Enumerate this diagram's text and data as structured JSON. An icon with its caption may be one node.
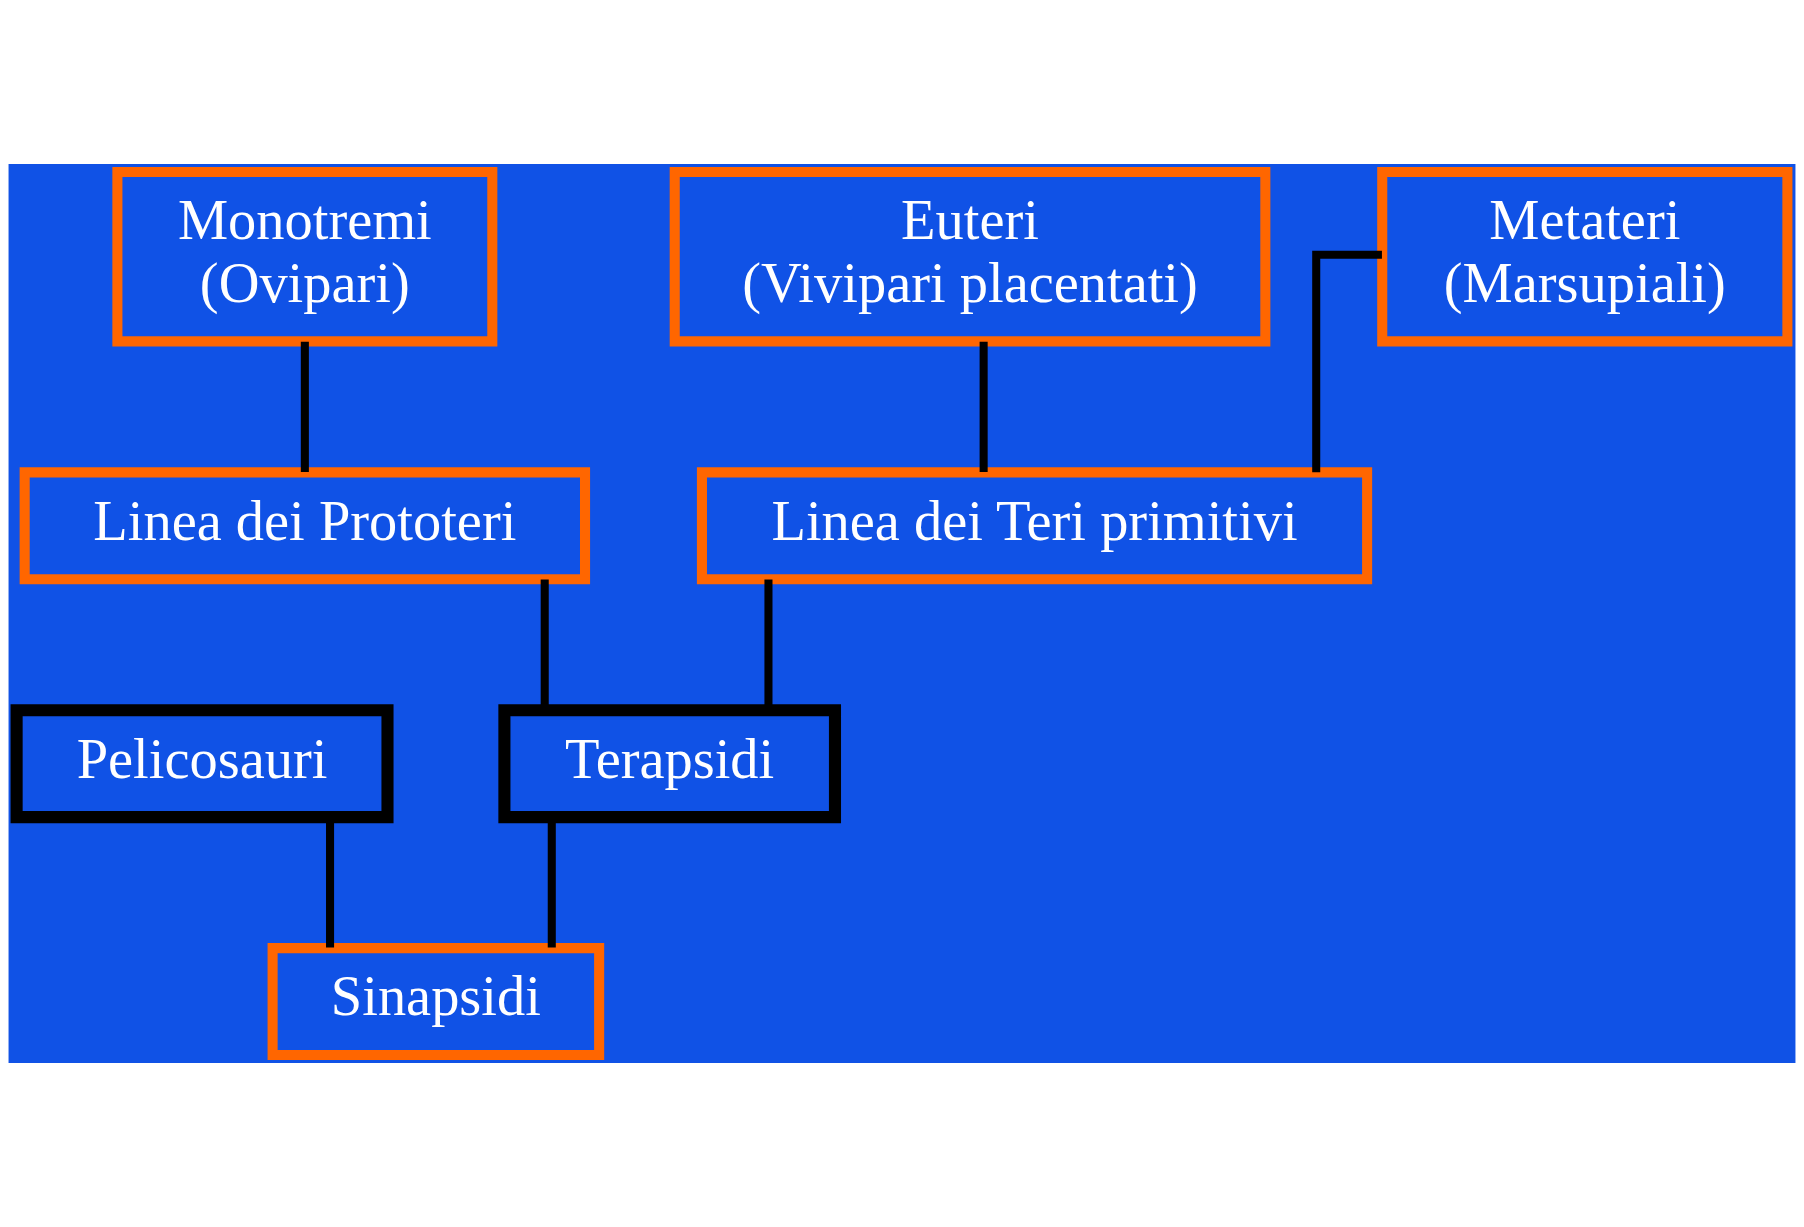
{
  "diagram": {
    "nodes": [
      {
        "text": [
          "Monotremi",
          "(Ovipari)"
        ]
      },
      {
        "text": [
          "Euteri",
          "(Vivipari placentati)"
        ]
      },
      {
        "text": [
          "Metateri",
          "(Marsupiali)"
        ]
      },
      {
        "text": [
          "Linea dei Prototeri"
        ]
      },
      {
        "text": [
          "Linea dei Teri primitivi"
        ]
      },
      {
        "text": [
          "Pelicosauri"
        ]
      },
      {
        "text": [
          "Terapsidi"
        ]
      },
      {
        "text": [
          "Sinapsidi"
        ]
      }
    ],
    "edges": [
      {
        "from": 3,
        "to": 0,
        "arrow": "none"
      },
      {
        "from": 4,
        "to": 1,
        "arrow": "none"
      },
      {
        "from": 4,
        "to": 2,
        "arrow": "none"
      },
      {
        "from": 6,
        "to": 3,
        "arrow": "none"
      },
      {
        "from": 6,
        "to": 4,
        "arrow": "none"
      },
      {
        "from": 7,
        "to": 5,
        "arrow": "none"
      },
      {
        "from": 7,
        "to": 6,
        "arrow": "none"
      }
    ]
  }
}
